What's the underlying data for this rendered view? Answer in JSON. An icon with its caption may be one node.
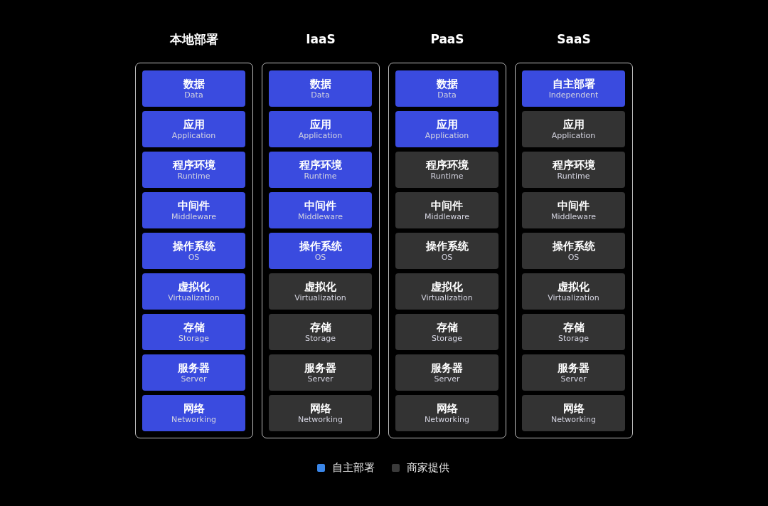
{
  "diagram": {
    "nodes": [
      {
        "text": [
          "本地部署"
        ]
      },
      {
        "text": [
          "数据",
          "Data"
        ],
        "in": 0
      },
      {
        "text": [
          "应用",
          "Application"
        ],
        "in": 0
      },
      {
        "text": [
          "程序环境",
          "Runtime"
        ],
        "in": 0
      },
      {
        "text": [
          "中间件",
          "Middleware"
        ],
        "in": 0
      },
      {
        "text": [
          "操作系统",
          "OS"
        ],
        "in": 0
      },
      {
        "text": [
          "虚拟化",
          "Virtualization"
        ],
        "in": 0
      },
      {
        "text": [
          "存储",
          "Storage"
        ],
        "in": 0
      },
      {
        "text": [
          "服务器",
          "Server"
        ],
        "in": 0
      },
      {
        "text": [
          "网络",
          "Networking"
        ],
        "in": 0
      },
      {
        "text": [
          "IaaS"
        ]
      },
      {
        "text": [
          "数据",
          "Data"
        ],
        "in": 10
      },
      {
        "text": [
          "应用",
          "Application"
        ],
        "in": 10
      },
      {
        "text": [
          "程序环境",
          "Runtime"
        ],
        "in": 10
      },
      {
        "text": [
          "中间件",
          "Middleware"
        ],
        "in": 10
      },
      {
        "text": [
          "操作系统",
          "OS"
        ],
        "in": 10
      },
      {
        "text": [
          "虚拟化",
          "Virtualization"
        ],
        "in": 10
      },
      {
        "text": [
          "存储",
          "Storage"
        ],
        "in": 10
      },
      {
        "text": [
          "服务器",
          "Server"
        ],
        "in": 10
      },
      {
        "text": [
          "网络",
          "Networking"
        ],
        "in": 10
      },
      {
        "text": [
          "PaaS"
        ]
      },
      {
        "text": [
          "数据",
          "Data"
        ],
        "in": 20
      },
      {
        "text": [
          "应用",
          "Application"
        ],
        "in": 20
      },
      {
        "text": [
          "程序环境",
          "Runtime"
        ],
        "in": 20
      },
      {
        "text": [
          "中间件",
          "Middleware"
        ],
        "in": 20
      },
      {
        "text": [
          "操作系统",
          "OS"
        ],
        "in": 20
      },
      {
        "text": [
          "虚拟化",
          "Virtualization"
        ],
        "in": 20
      },
      {
        "text": [
          "存储",
          "Storage"
        ],
        "in": 20
      },
      {
        "text": [
          "服务器",
          "Server"
        ],
        "in": 20
      },
      {
        "text": [
          "网络",
          "Networking"
        ],
        "in": 20
      },
      {
        "text": [
          "SaaS"
        ]
      },
      {
        "text": [
          "自主部署",
          "Independent"
        ],
        "in": 30
      },
      {
        "text": [
          "应用",
          "Application"
        ],
        "in": 30
      },
      {
        "text": [
          "程序环境",
          "Runtime"
        ],
        "in": 30
      },
      {
        "text": [
          "中间件",
          "Middleware"
        ],
        "in": 30
      },
      {
        "text": [
          "操作系统",
          "OS"
        ],
        "in": 30
      },
      {
        "text": [
          "虚拟化",
          "Virtualization"
        ],
        "in": 30
      },
      {
        "text": [
          "存储",
          "Storage"
        ],
        "in": 30
      },
      {
        "text": [
          "服务器",
          "Server"
        ],
        "in": 30
      },
      {
        "text": [
          "网络",
          "Networking"
        ],
        "in": 30
      }
    ],
    "legend": [
      {
        "text": "自主部署",
        "color": "#3a86e8"
      },
      {
        "text": "商家提供",
        "color": "#3a3a3a"
      }
    ]
  }
}
